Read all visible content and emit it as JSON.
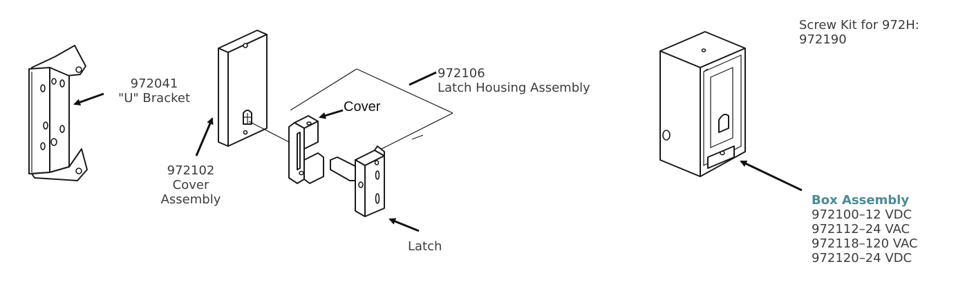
{
  "parts": {
    "u_bracket": {
      "number": "972041",
      "name": "\"U\" Bracket"
    },
    "cover_assembly": {
      "number": "972102",
      "line1": "Cover",
      "line2": "Assembly"
    },
    "latch_housing": {
      "number": "972106",
      "name": "Latch Housing Assembly"
    },
    "cover": {
      "name": "Cover"
    },
    "latch": {
      "name": "Latch"
    },
    "screw_kit": {
      "line1": "Screw Kit for 972H:",
      "line2": "972190"
    },
    "box_assembly": {
      "title": "Box Assembly",
      "variants": [
        "972100–12 VDC",
        "972112–24 VAC",
        "972118–120 VAC",
        "972120–24 VDC"
      ]
    }
  },
  "colors": {
    "accent": "#4a8a96",
    "line": "#1a1a1a",
    "text": "#3c3c3c"
  }
}
